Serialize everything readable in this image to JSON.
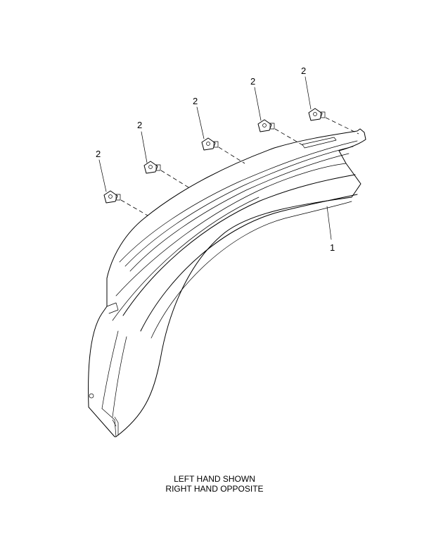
{
  "callouts": {
    "fastener": "2",
    "fender": "1"
  },
  "caption": {
    "line1": "LEFT HAND SHOWN",
    "line2": "RIGHT HAND OPPOSITE"
  }
}
